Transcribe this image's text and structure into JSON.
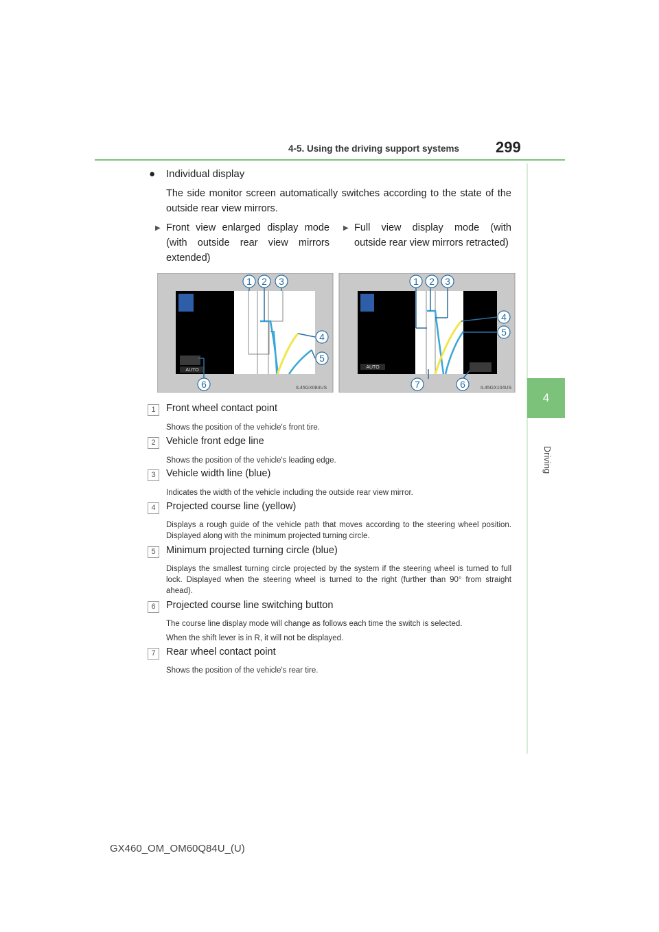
{
  "header": {
    "section": "4-5. Using the driving support systems",
    "page_number": "299"
  },
  "side_tab": {
    "number": "4",
    "label": "Driving"
  },
  "intro": {
    "bullet_symbol": "●",
    "heading": "Individual display",
    "body": "The side monitor screen automatically switches according to the state of the outside rear view mirrors."
  },
  "modes": [
    {
      "title": "Front view enlarged display mode (with outside rear view mirrors extended)"
    },
    {
      "title": "Full view display mode (with outside rear view mirrors retracted)"
    }
  ],
  "figures": {
    "left": {
      "code": "IL45GX084US",
      "button": "AUTO",
      "callouts": [
        "1",
        "2",
        "3",
        "4",
        "5",
        "6"
      ]
    },
    "right": {
      "code": "IL45GX104US",
      "button": "AUTO",
      "callouts": [
        "1",
        "2",
        "3",
        "4",
        "5",
        "7",
        "6"
      ]
    }
  },
  "items": [
    {
      "num": "1",
      "title": "Front wheel contact point",
      "desc": "Shows the position of the vehicle's front tire."
    },
    {
      "num": "2",
      "title": "Vehicle front edge line",
      "desc": "Shows the position of the vehicle's leading edge."
    },
    {
      "num": "3",
      "title": "Vehicle width line (blue)",
      "desc": "Indicates the width of the vehicle including the outside rear view mirror."
    },
    {
      "num": "4",
      "title": "Projected course line (yellow)",
      "desc": "Displays a rough guide of the vehicle path that moves according to the steering wheel position. Displayed along with the minimum projected turning circle."
    },
    {
      "num": "5",
      "title": "Minimum projected turning circle (blue)",
      "desc": "Displays the smallest turning circle projected by the system if the steering wheel is turned to full lock. Displayed when the steering wheel is turned to the right (further than 90° from straight ahead)."
    },
    {
      "num": "6",
      "title": "Projected course line switching button",
      "desc": "The course line display mode will change as follows each time the switch is selected.",
      "desc2": "When the shift lever is in R, it will not be displayed."
    },
    {
      "num": "7",
      "title": "Rear wheel contact point",
      "desc": "Shows the position of the vehicle's rear tire."
    }
  ],
  "footer": "GX460_OM_OM60Q84U_(U)",
  "colors": {
    "accent_green": "#7cc27a",
    "course_yellow": "#f2e64a",
    "width_blue": "#3aa6d8"
  }
}
